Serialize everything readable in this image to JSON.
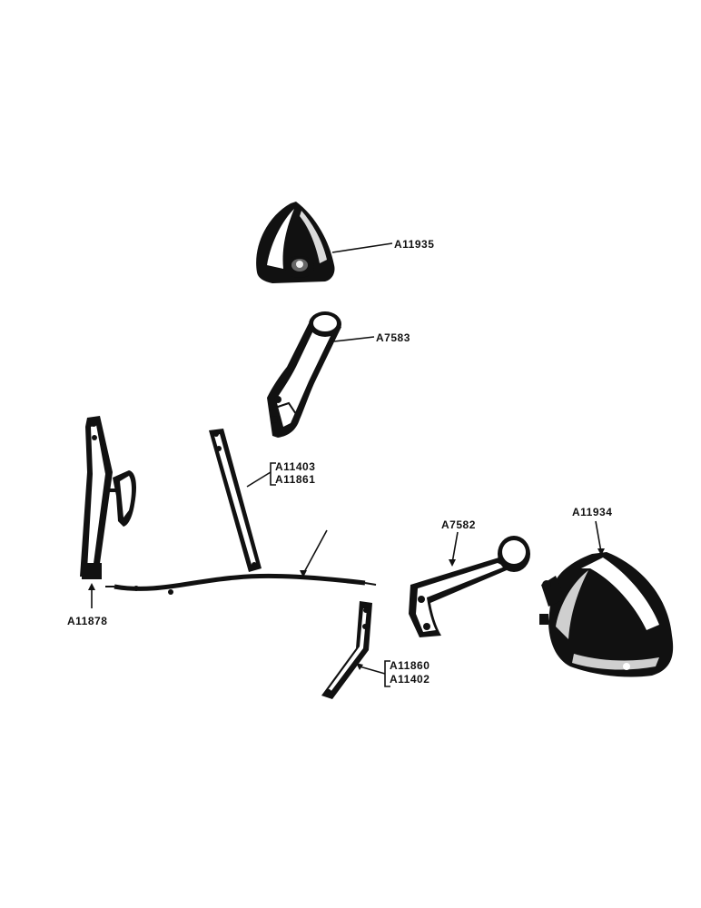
{
  "labels": {
    "headlamp_upper": "A11935",
    "bracket_upper": "A7583",
    "brace_pair_top": "A11403",
    "brace_pair_bottom": "A11861",
    "bracket_lower": "A7582",
    "headlamp_lower": "A11934",
    "support_rod": "A11878",
    "brace_pair2_top": "A11860",
    "brace_pair2_bottom": "A11402"
  }
}
